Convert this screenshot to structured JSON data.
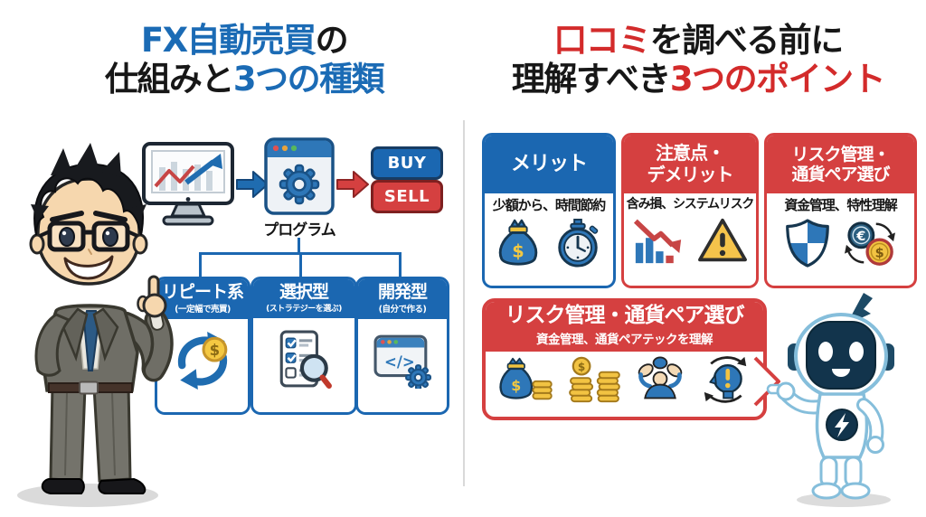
{
  "colors": {
    "blue": "#1b67b1",
    "red": "#d54040",
    "title_blue": "#1b6bb5",
    "title_red": "#d32b2b",
    "divider_gray": "#d9d9d9"
  },
  "left": {
    "title": {
      "l1a": "FX自動売買",
      "l1b": "の",
      "l2a": "仕組みと",
      "l2b": "3つの種類"
    },
    "character": "businessman-mascot-illustration",
    "flow": {
      "monitor_icon": "monitor-chart-icon",
      "arrow1_icon": "blue-right-arrow-icon",
      "program_icon": "program-window-gear-icon",
      "program_label": "プログラム",
      "arrow2_icon": "red-right-arrow-icon",
      "buy_label": "BUY",
      "sell_label": "SELL"
    },
    "types": [
      {
        "title": "リピート系",
        "subtitle": "(一定幅で売買)",
        "icon": "repeat-cycle-dollar-icon"
      },
      {
        "title": "選択型",
        "subtitle": "(ストラテジーを選ぶ)",
        "icon": "checklist-magnifier-icon"
      },
      {
        "title": "開発型",
        "subtitle": "(自分で作る)",
        "icon": "code-window-gear-icon"
      }
    ]
  },
  "right": {
    "title": {
      "l1a": "口コミ",
      "l1b": "を調べる前に",
      "l2a": "理解すべき",
      "l2b": "3つのポイント"
    },
    "character": "robot-mascot-illustration",
    "points": [
      {
        "title_lines": [
          "メリット"
        ],
        "header_color": "#1b67b1",
        "body": "少額から、時間節約",
        "icons": [
          "money-bag-icon",
          "stopwatch-icon"
        ]
      },
      {
        "title_lines": [
          "注意点・",
          "デメリット"
        ],
        "header_color": "#d54040",
        "body": "含み損、システムリスク",
        "icons": [
          "declining-chart-icon",
          "warning-triangle-icon"
        ]
      },
      {
        "title_lines": [
          "リスク管理・",
          "通貨ペア選び"
        ],
        "header_color": "#d54040",
        "body": "資金管理、特性理解",
        "icons": [
          "shield-icon",
          "currency-exchange-icon"
        ]
      }
    ],
    "callout": {
      "title": "リスク管理・通貨ペア選び",
      "subtitle": "資金管理、通貨ペアテックを理解",
      "icons": [
        "money-bag-coins-icon",
        "coin-stacks-icon",
        "juggling-person-icon",
        "rethink-head-icon"
      ]
    }
  },
  "glyphs": {
    "dollar": "$",
    "euro": "€",
    "code": "</>"
  }
}
